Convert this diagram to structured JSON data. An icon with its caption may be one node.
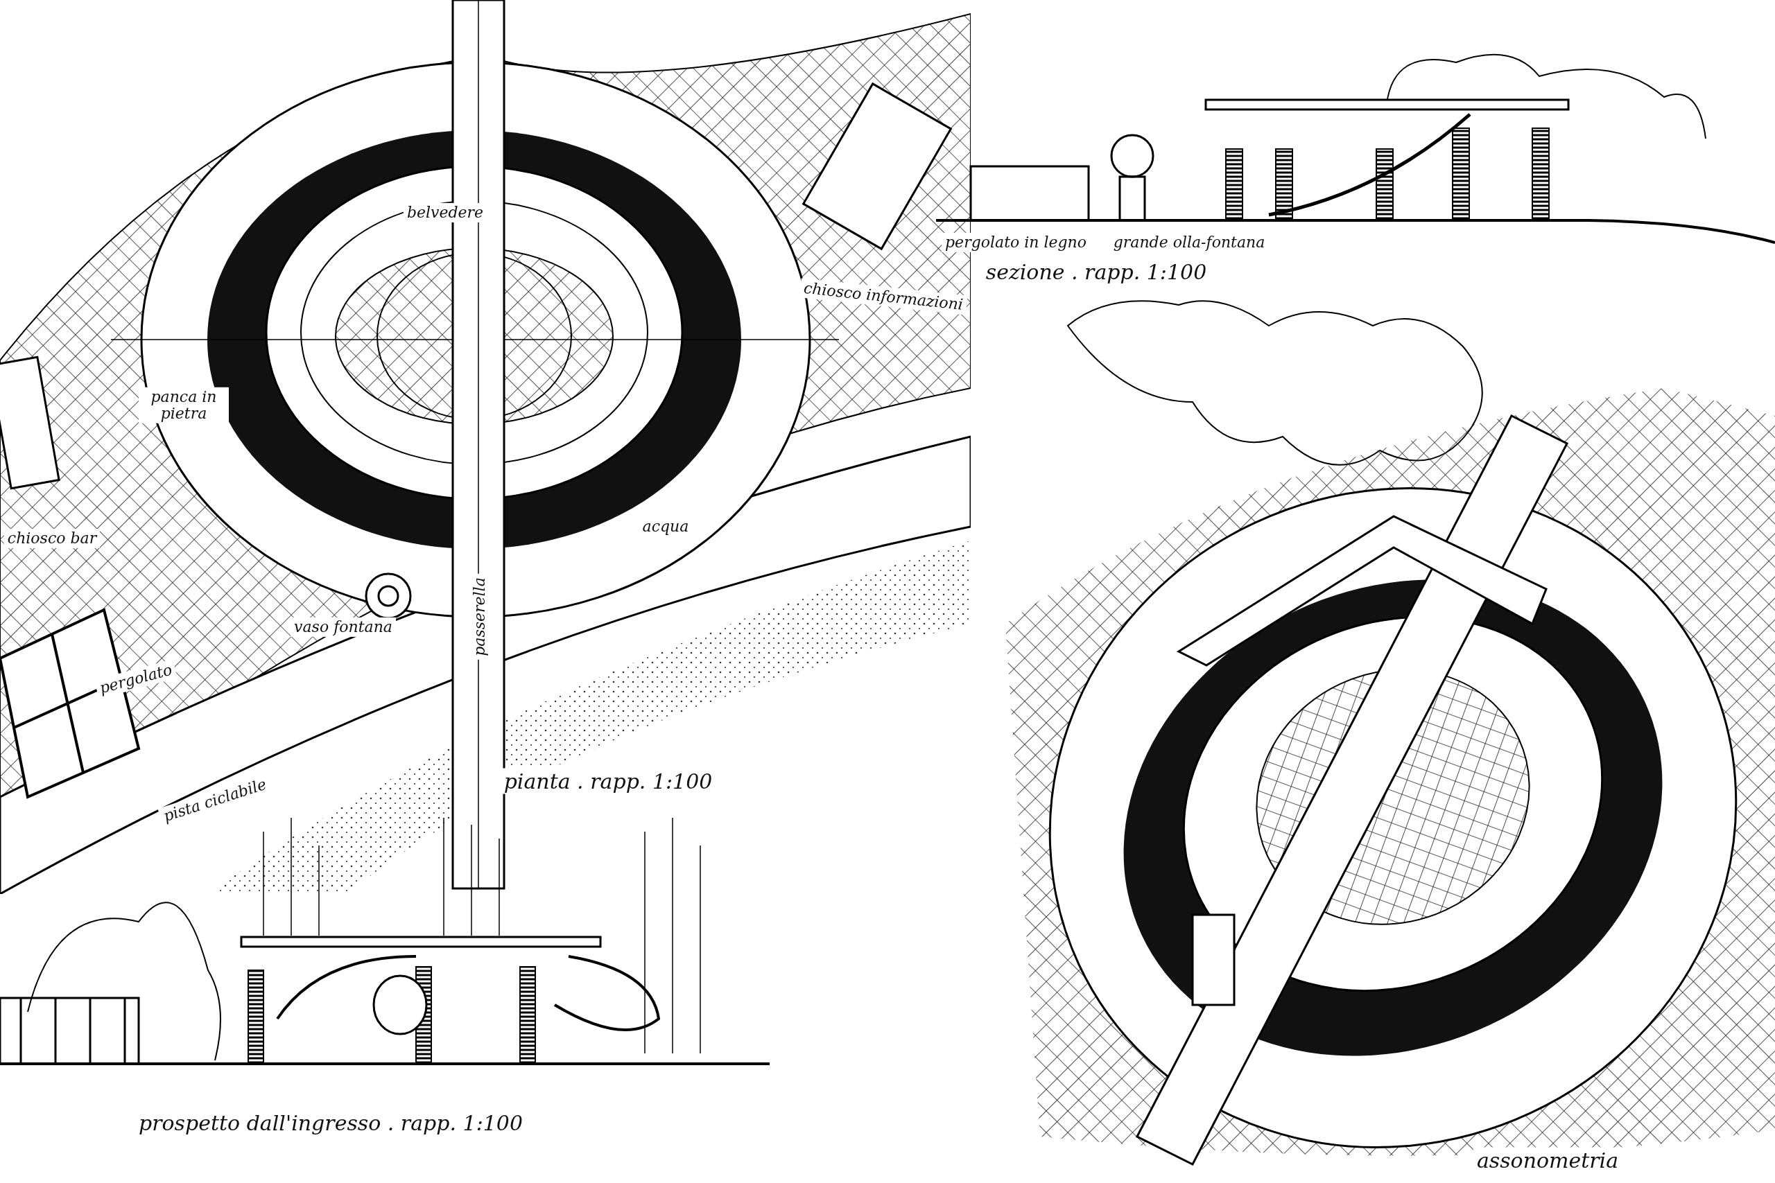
{
  "diagram": {
    "labels": [
      "pergolato in legno",
      "grande olla-fontana",
      "sezione . rapp. 1:100",
      "belvedere",
      "chiosco informazioni",
      "panca in pietra",
      "acqua",
      "chiosco bar",
      "passerella",
      "vaso fontana",
      "pergolato",
      "pista ciclabile",
      "pianta . rapp. 1:100",
      "prospetto dall'ingresso . rapp. 1:100",
      "assonometria"
    ]
  }
}
